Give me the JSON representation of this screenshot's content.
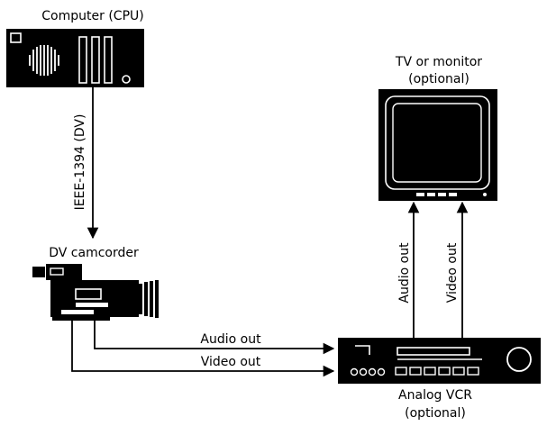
{
  "labels": {
    "computer": "Computer (CPU)",
    "ieee": "IEEE-1394 (DV)",
    "camcorder": "DV camcorder",
    "tv_line1": "TV or monitor",
    "tv_line2": "(optional)",
    "audio_out_h": "Audio out",
    "video_out_h": "Video out",
    "audio_out_v": "Audio out",
    "video_out_v": "Video out",
    "vcr_line1": "Analog VCR",
    "vcr_line2": "(optional)"
  },
  "icons": {
    "computer": "computer-tower-icon",
    "camcorder": "dv-camcorder-icon",
    "tv": "tv-monitor-icon",
    "vcr": "analog-vcr-icon"
  },
  "colors": {
    "ink": "#000000",
    "paper": "#ffffff"
  }
}
